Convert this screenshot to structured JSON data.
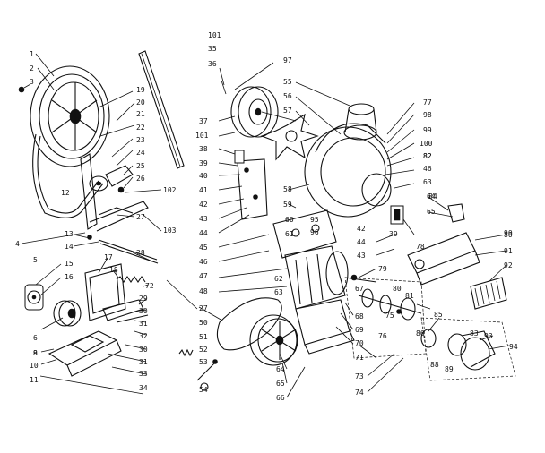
{
  "labels": [
    {
      "id": "1",
      "text": "1"
    },
    {
      "id": "2",
      "text": "2"
    },
    {
      "id": "3",
      "text": "3"
    },
    {
      "id": "4",
      "text": "4"
    },
    {
      "id": "5",
      "text": "5"
    },
    {
      "id": "6",
      "text": "6"
    },
    {
      "id": "8",
      "text": "8"
    },
    {
      "id": "9",
      "text": "9"
    },
    {
      "id": "10",
      "text": "10"
    },
    {
      "id": "11",
      "text": "11"
    },
    {
      "id": "12",
      "text": "12"
    },
    {
      "id": "13",
      "text": "13"
    },
    {
      "id": "14",
      "text": "14"
    },
    {
      "id": "15",
      "text": "15"
    },
    {
      "id": "16",
      "text": "16"
    },
    {
      "id": "17",
      "text": "17"
    },
    {
      "id": "18",
      "text": "18"
    },
    {
      "id": "19",
      "text": "19"
    },
    {
      "id": "20",
      "text": "20"
    },
    {
      "id": "21",
      "text": "21"
    },
    {
      "id": "22",
      "text": "22"
    },
    {
      "id": "23",
      "text": "23"
    },
    {
      "id": "24",
      "text": "24"
    },
    {
      "id": "25",
      "text": "25"
    },
    {
      "id": "26",
      "text": "26"
    },
    {
      "id": "27",
      "text": "27"
    },
    {
      "id": "27b",
      "text": "27"
    },
    {
      "id": "28",
      "text": "28"
    },
    {
      "id": "29",
      "text": "29"
    },
    {
      "id": "30",
      "text": "30"
    },
    {
      "id": "31",
      "text": "31"
    },
    {
      "id": "32",
      "text": "32"
    },
    {
      "id": "33",
      "text": "33"
    },
    {
      "id": "34",
      "text": "34"
    },
    {
      "id": "30b",
      "text": "30"
    },
    {
      "id": "31b",
      "text": "31"
    },
    {
      "id": "35",
      "text": "35"
    },
    {
      "id": "36",
      "text": "36"
    },
    {
      "id": "37",
      "text": "37"
    },
    {
      "id": "38",
      "text": "38"
    },
    {
      "id": "39",
      "text": "39"
    },
    {
      "id": "39b",
      "text": "39"
    },
    {
      "id": "40",
      "text": "40"
    },
    {
      "id": "41",
      "text": "41"
    },
    {
      "id": "42",
      "text": "42"
    },
    {
      "id": "42b",
      "text": "42"
    },
    {
      "id": "43",
      "text": "43"
    },
    {
      "id": "43b",
      "text": "43"
    },
    {
      "id": "44",
      "text": "44"
    },
    {
      "id": "44b",
      "text": "44"
    },
    {
      "id": "45",
      "text": "45"
    },
    {
      "id": "46",
      "text": "46"
    },
    {
      "id": "47",
      "text": "47"
    },
    {
      "id": "48",
      "text": "48"
    },
    {
      "id": "50",
      "text": "50"
    },
    {
      "id": "51",
      "text": "51"
    },
    {
      "id": "52",
      "text": "52"
    },
    {
      "id": "53",
      "text": "53"
    },
    {
      "id": "54",
      "text": "54"
    },
    {
      "id": "55",
      "text": "55"
    },
    {
      "id": "56",
      "text": "56"
    },
    {
      "id": "57",
      "text": "57"
    },
    {
      "id": "58",
      "text": "58"
    },
    {
      "id": "59",
      "text": "59"
    },
    {
      "id": "60",
      "text": "60"
    },
    {
      "id": "61",
      "text": "61"
    },
    {
      "id": "62",
      "text": "62"
    },
    {
      "id": "63",
      "text": "63"
    },
    {
      "id": "64",
      "text": "64"
    },
    {
      "id": "65",
      "text": "65"
    },
    {
      "id": "66",
      "text": "66"
    },
    {
      "id": "67",
      "text": "67"
    },
    {
      "id": "68",
      "text": "68"
    },
    {
      "id": "69",
      "text": "69"
    },
    {
      "id": "70",
      "text": "70"
    },
    {
      "id": "71",
      "text": "71"
    },
    {
      "id": "72",
      "text": "72"
    },
    {
      "id": "73",
      "text": "73"
    },
    {
      "id": "74",
      "text": "74"
    },
    {
      "id": "75",
      "text": "75"
    },
    {
      "id": "76",
      "text": "76"
    },
    {
      "id": "77",
      "text": "77"
    },
    {
      "id": "78",
      "text": "78"
    },
    {
      "id": "79",
      "text": "79"
    },
    {
      "id": "80",
      "text": "80"
    },
    {
      "id": "80b",
      "text": "80"
    },
    {
      "id": "81",
      "text": "81"
    },
    {
      "id": "82",
      "text": "82"
    },
    {
      "id": "83",
      "text": "83"
    },
    {
      "id": "84",
      "text": "84"
    },
    {
      "id": "85",
      "text": "85"
    },
    {
      "id": "86",
      "text": "86"
    },
    {
      "id": "88",
      "text": "88"
    },
    {
      "id": "89",
      "text": "89"
    },
    {
      "id": "90",
      "text": "90"
    },
    {
      "id": "91",
      "text": "91"
    },
    {
      "id": "92",
      "text": "92"
    },
    {
      "id": "93",
      "text": "93"
    },
    {
      "id": "94",
      "text": "94"
    },
    {
      "id": "95",
      "text": "95"
    },
    {
      "id": "96",
      "text": "96"
    },
    {
      "id": "97",
      "text": "97"
    },
    {
      "id": "98",
      "text": "98"
    },
    {
      "id": "99",
      "text": "99"
    },
    {
      "id": "100",
      "text": "100"
    },
    {
      "id": "101",
      "text": "101"
    },
    {
      "id": "101b",
      "text": "101"
    },
    {
      "id": "102",
      "text": "102"
    },
    {
      "id": "103",
      "text": "103"
    },
    {
      "id": "64b",
      "text": "64"
    },
    {
      "id": "65b",
      "text": "65"
    },
    {
      "id": "46b",
      "text": "46"
    },
    {
      "id": "63b",
      "text": "63"
    },
    {
      "id": "82b",
      "text": "82"
    }
  ],
  "colors": {
    "ink": "#111111",
    "paper": "#ffffff"
  }
}
